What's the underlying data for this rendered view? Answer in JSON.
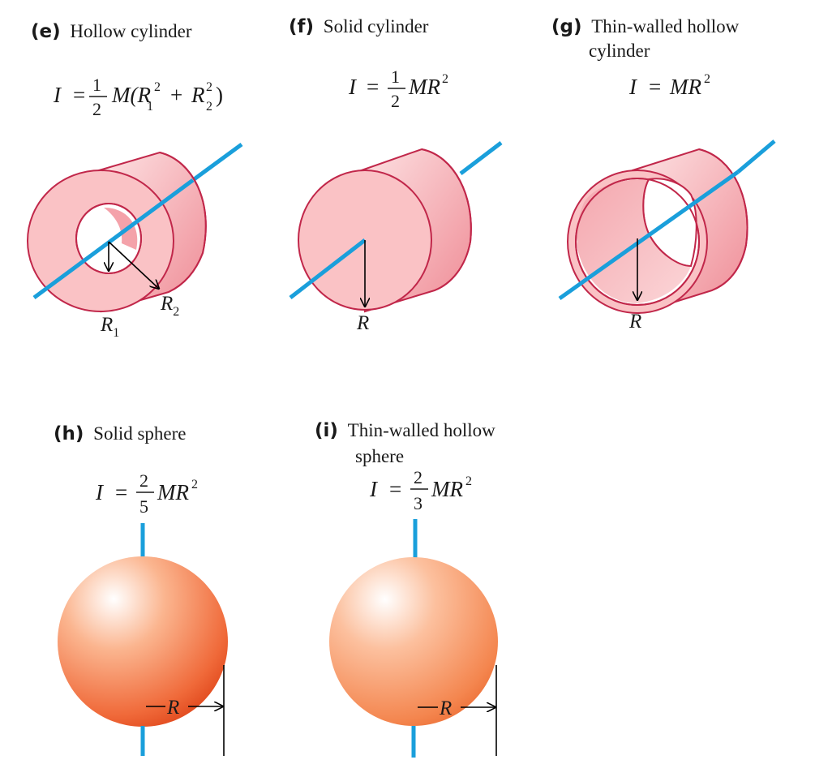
{
  "colors": {
    "axis": "#1a9fdb",
    "cylinder_face": "#f9c3c6",
    "cylinder_side": "#f3969f",
    "cylinder_outline": "#c1274a",
    "sphere_light": "#ffffff",
    "sphere_mid": "#f9a177",
    "sphere_dark": "#e2471f",
    "arrow": "#000000",
    "text": "#1a1a1a"
  },
  "panels": [
    {
      "letter": "(e)",
      "title": "Hollow cylinder",
      "formula": {
        "lhs": "I",
        "eq": "=",
        "num": "1",
        "den": "2",
        "rest": "M(R",
        "s1": "1",
        "p1": "2",
        "plus": "+",
        "r2": "R",
        "s2": "2",
        "p2": "2",
        "close": ")"
      },
      "labels": {
        "r1": "R",
        "r1_sub": "1",
        "r2": "R",
        "r2_sub": "2"
      }
    },
    {
      "letter": "(f)",
      "title": "Solid cylinder",
      "formula": {
        "lhs": "I",
        "eq": "=",
        "num": "1",
        "den": "2",
        "rest": "MR",
        "power": "2"
      },
      "labels": {
        "r": "R"
      }
    },
    {
      "letter": "(g)",
      "title_line1": "Thin-walled hollow",
      "title_line2": "cylinder",
      "formula": {
        "lhs": "I",
        "eq": "=",
        "rest": "MR",
        "power": "2"
      },
      "labels": {
        "r": "R"
      }
    },
    {
      "letter": "(h)",
      "title": "Solid sphere",
      "formula": {
        "lhs": "I",
        "eq": "=",
        "num": "2",
        "den": "5",
        "rest": "MR",
        "power": "2"
      },
      "labels": {
        "r": "R"
      }
    },
    {
      "letter": "(i)",
      "title_line1": "Thin-walled hollow",
      "title_line2": "sphere",
      "formula": {
        "lhs": "I",
        "eq": "=",
        "num": "2",
        "den": "3",
        "rest": "MR",
        "power": "2"
      },
      "labels": {
        "r": "R"
      }
    }
  ]
}
